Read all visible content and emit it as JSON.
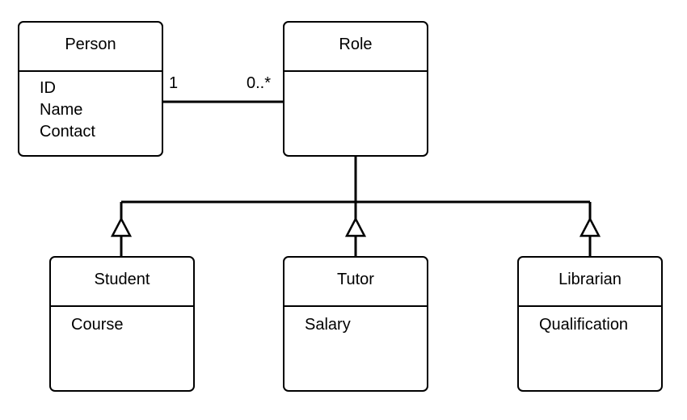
{
  "classes": {
    "person": {
      "name": "Person",
      "attributes": [
        "ID",
        "Name",
        "Contact"
      ]
    },
    "role": {
      "name": "Role",
      "attributes": []
    },
    "student": {
      "name": "Student",
      "attributes": [
        "Course"
      ]
    },
    "tutor": {
      "name": "Tutor",
      "attributes": [
        "Salary"
      ]
    },
    "librarian": {
      "name": "Librarian",
      "attributes": [
        "Qualification"
      ]
    }
  },
  "association": {
    "person_end": "1",
    "role_end": "0..*"
  }
}
